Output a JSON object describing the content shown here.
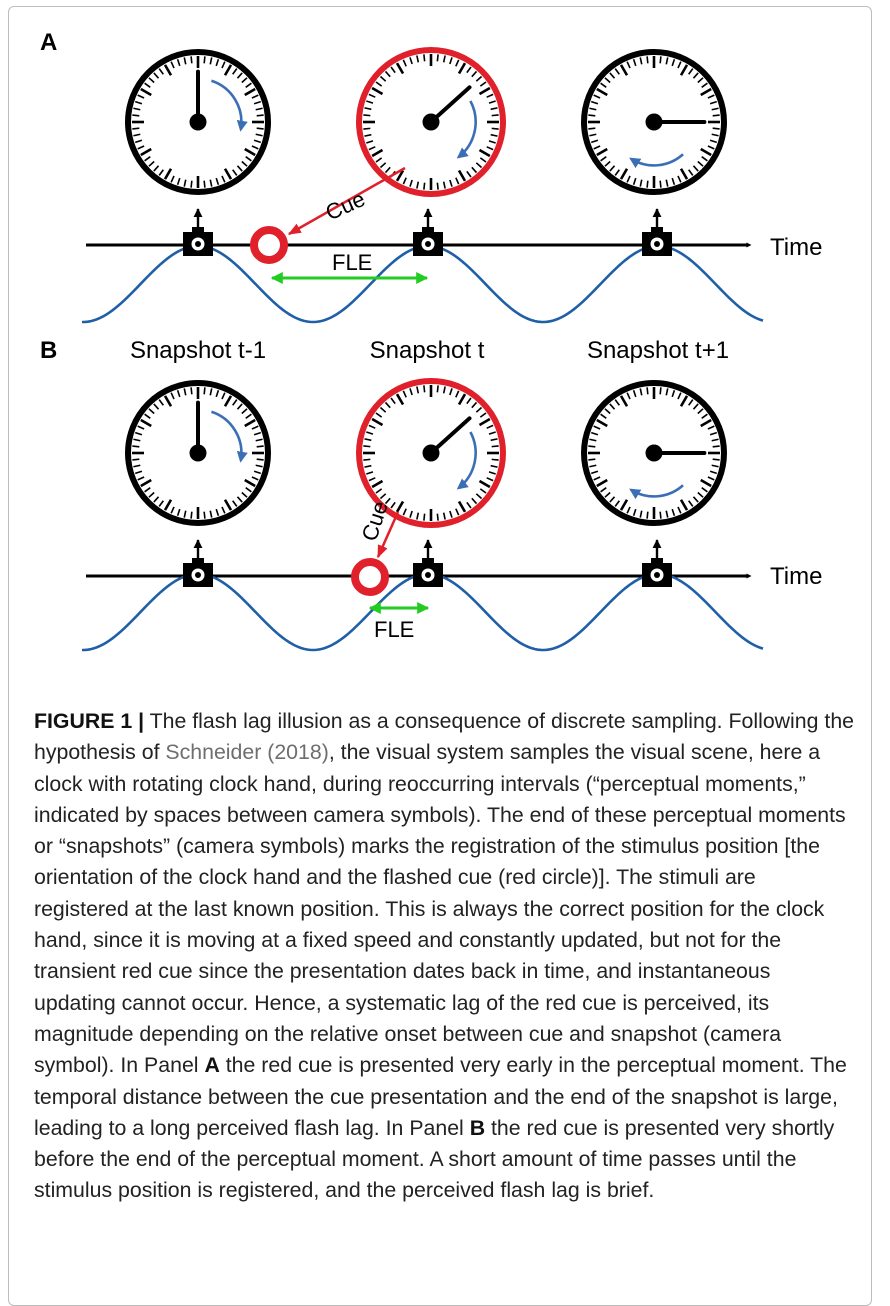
{
  "panels": {
    "a": {
      "letter": "A",
      "cue": "Cue",
      "fle": "FLE",
      "time": "Time"
    },
    "b": {
      "letter": "B",
      "snapshots": [
        "Snapshot t-1",
        "Snapshot t",
        "Snapshot t+1"
      ],
      "cue": "Cue",
      "fle": "FLE",
      "time": "Time"
    }
  },
  "icons": [
    "clock-icon",
    "camera-icon",
    "cue-ring-icon",
    "rotation-arrow-icon"
  ],
  "colors": {
    "cue": "#e0202a",
    "wave": "#1f5fa8",
    "fle": "#22cc22",
    "rotation_arrow": "#3b6fb5",
    "clock": "#000000"
  },
  "caption": {
    "figure_label": "FIGURE 1 |",
    "text_1": " The flash lag illusion as a consequence of discrete sampling. Following the hypothesis of ",
    "citation": "Schneider (2018)",
    "text_2": ", the visual system samples the visual scene, here a clock with rotating clock hand, during reoccurring intervals (“perceptual moments,” indicated by spaces between camera symbols). The end of these perceptual moments or “snapshots” (camera symbols) marks the registration of the stimulus position [the orientation of the clock hand and the flashed cue (red circle)]. The stimuli are registered at the last known position. This is always the correct position for the clock hand, since it is moving at a fixed speed and constantly updated, but not for the transient red cue since the presentation dates back in time, and instantaneous updating cannot occur. Hence, a systematic lag of the red cue is perceived, its magnitude depending on the relative onset between cue and snapshot (camera symbol). In Panel ",
    "panel_a": "A",
    "text_3": " the red cue is presented very early in the perceptual moment. The temporal distance between the cue presentation and the end of the snapshot is large, leading to a long perceived flash lag. In Panel ",
    "panel_b": "B",
    "text_4": " the red cue is presented very shortly before the end of the perceptual moment. A short amount of time passes until the stimulus position is registered, and the perceived flash lag is brief."
  }
}
